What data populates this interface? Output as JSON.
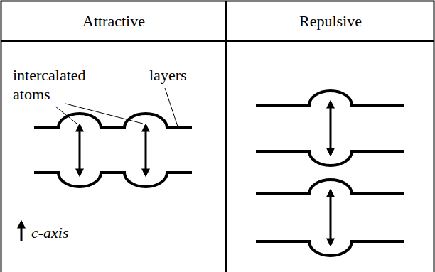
{
  "diagram": {
    "labels": [
      "Attractive",
      "Repulsive",
      "intercalated atoms",
      "layers",
      "c-axis"
    ]
  }
}
